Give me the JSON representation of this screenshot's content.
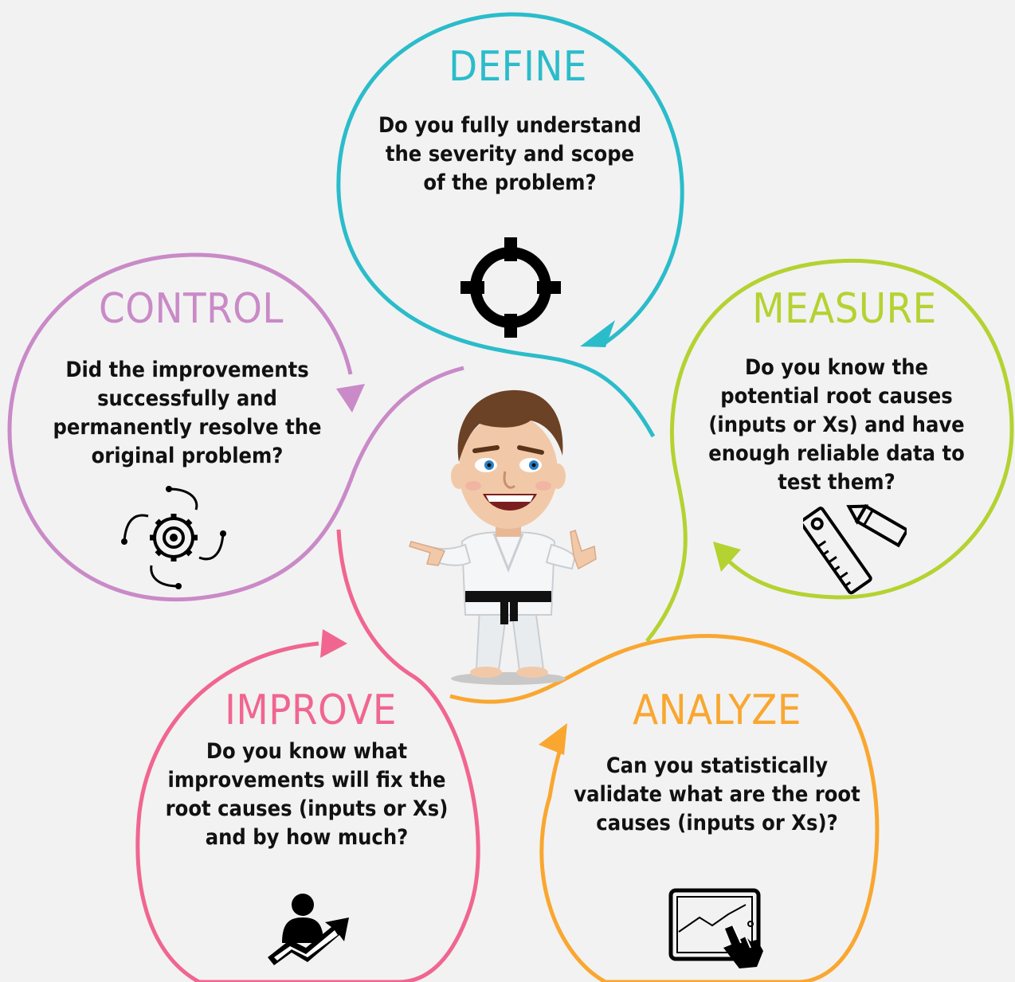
{
  "colors": {
    "define": "#2bbcca",
    "measure": "#b4d231",
    "analyze": "#f9a730",
    "improve": "#f06690",
    "control": "#c98ac7",
    "text": "#111111",
    "background": "#f2f2f2"
  },
  "phases": {
    "define": {
      "title": "DEFINE",
      "question": "Do you fully understand the severity and scope of the problem?",
      "icon": "crosshair-icon"
    },
    "measure": {
      "title": "MEASURE",
      "question": "Do you know the potential root causes (inputs or Xs) and have enough reliable data to test them?",
      "icon": "ruler-pencil-icon"
    },
    "analyze": {
      "title": "ANALYZE",
      "question": "Can you statistically validate what are the root causes (inputs or Xs)?",
      "icon": "tablet-chart-icon"
    },
    "improve": {
      "title": "IMPROVE",
      "question": "Do you know what improvements will fix the root causes (inputs or Xs) and by how much?",
      "icon": "person-growth-arrow-icon"
    },
    "control": {
      "title": "CONTROL",
      "question": "Did the improvements successfully and permanently resolve the original problem?",
      "icon": "gear-cycle-icon"
    }
  },
  "center": {
    "icon": "karate-character-illustration"
  }
}
